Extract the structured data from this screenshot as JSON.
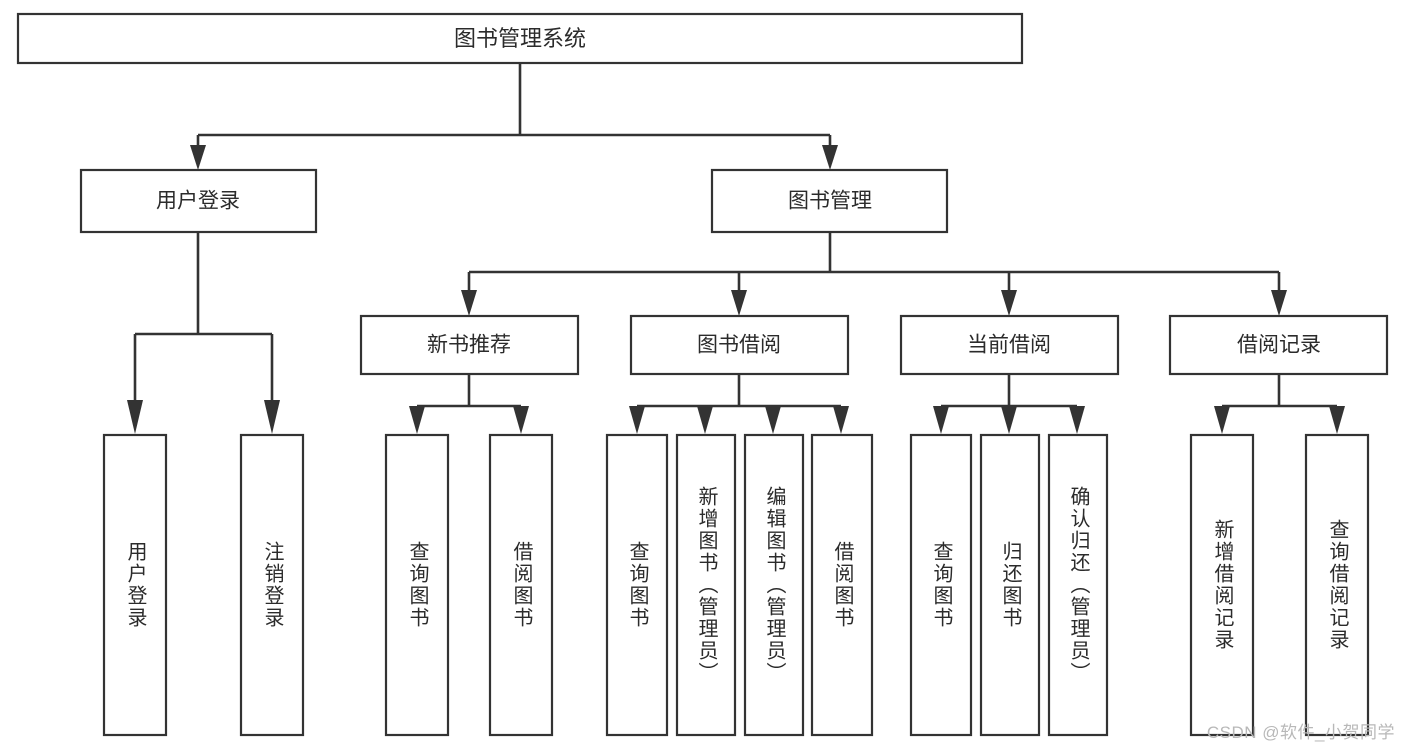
{
  "diagram": {
    "type": "hierarchy-tree",
    "title": "图书管理系统",
    "orientation": "top-down",
    "levels": 4,
    "root": {
      "id": "root",
      "label": "图书管理系统",
      "orientation": "horizontal"
    },
    "level2": [
      {
        "id": "user-login",
        "label": "用户登录",
        "orientation": "horizontal"
      },
      {
        "id": "book-manage",
        "label": "图书管理",
        "orientation": "horizontal"
      }
    ],
    "level3": [
      {
        "id": "new-book-rec",
        "label": "新书推荐",
        "orientation": "horizontal",
        "parent": "book-manage"
      },
      {
        "id": "book-borrow",
        "label": "图书借阅",
        "orientation": "horizontal",
        "parent": "book-manage"
      },
      {
        "id": "current-borrow",
        "label": "当前借阅",
        "orientation": "horizontal",
        "parent": "book-manage"
      },
      {
        "id": "borrow-record",
        "label": "借阅记录",
        "orientation": "horizontal",
        "parent": "book-manage"
      }
    ],
    "leaves": [
      {
        "id": "leaf-user-login",
        "label": "用户登录",
        "orientation": "vertical",
        "parent": "user-login"
      },
      {
        "id": "leaf-logout",
        "label": "注销登录",
        "orientation": "vertical",
        "parent": "user-login"
      },
      {
        "id": "leaf-query-book-1",
        "label": "查询图书",
        "orientation": "vertical",
        "parent": "new-book-rec"
      },
      {
        "id": "leaf-borrow-book-1",
        "label": "借阅图书",
        "orientation": "vertical",
        "parent": "new-book-rec"
      },
      {
        "id": "leaf-query-book-2",
        "label": "查询图书",
        "orientation": "vertical",
        "parent": "book-borrow"
      },
      {
        "id": "leaf-add-book",
        "label": "新增图书（管理员）",
        "orientation": "vertical",
        "parent": "book-borrow"
      },
      {
        "id": "leaf-edit-book",
        "label": "编辑图书（管理员）",
        "orientation": "vertical",
        "parent": "book-borrow"
      },
      {
        "id": "leaf-borrow-book-2",
        "label": "借阅图书",
        "orientation": "vertical",
        "parent": "book-borrow"
      },
      {
        "id": "leaf-query-book-3",
        "label": "查询图书",
        "orientation": "vertical",
        "parent": "current-borrow"
      },
      {
        "id": "leaf-return-book",
        "label": "归还图书",
        "orientation": "vertical",
        "parent": "current-borrow"
      },
      {
        "id": "leaf-confirm-return",
        "label": "确认归还（管理员）",
        "orientation": "vertical",
        "parent": "current-borrow"
      },
      {
        "id": "leaf-add-record",
        "label": "新增借阅记录",
        "orientation": "vertical",
        "parent": "borrow-record"
      },
      {
        "id": "leaf-query-record",
        "label": "查询借阅记录",
        "orientation": "vertical",
        "parent": "borrow-record"
      }
    ]
  },
  "watermark": {
    "text": "CSDN @软件_小贺同学"
  },
  "colors": {
    "stroke": "#333333",
    "box_fill": "#ffffff",
    "text": "#2b2b2b",
    "background": "#ffffff",
    "watermark": "#b8b8b8"
  }
}
